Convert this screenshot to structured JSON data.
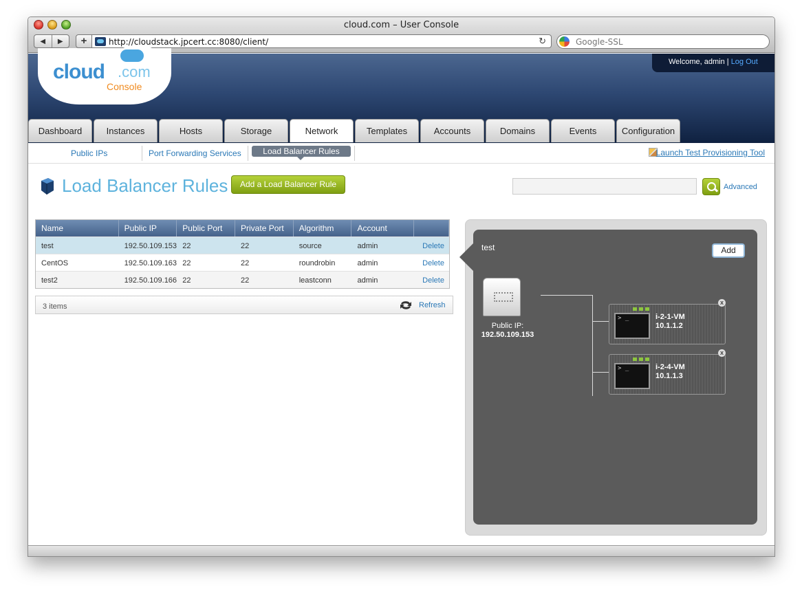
{
  "window": {
    "title": "cloud.com – User Console",
    "url": "http://cloudstack.jpcert.cc:8080/client/",
    "search_placeholder": "Google-SSL",
    "back_label": "◀",
    "forward_label": "▶",
    "plus_label": "+",
    "reload_label": "↻"
  },
  "logo": {
    "main": "cloud",
    "suffix": ".com",
    "sub": "Console"
  },
  "header": {
    "welcome": "Welcome, admin | ",
    "logout": "Log Out"
  },
  "tabs": [
    "Dashboard",
    "Instances",
    "Hosts",
    "Storage",
    "Network",
    "Templates",
    "Accounts",
    "Domains",
    "Events",
    "Configuration"
  ],
  "active_tab": "Network",
  "subnav": {
    "items": [
      "Public IPs",
      "Port Forwarding Services",
      "Load Balancer Rules"
    ],
    "launch": "Launch Test Provisioning Tool"
  },
  "page": {
    "title": "Load Balancer Rules",
    "add_button": "Add a Load Balancer Rule",
    "search_value": "",
    "advanced": "Advanced"
  },
  "table": {
    "columns": [
      "Name",
      "Public IP",
      "Public Port",
      "Private Port",
      "Algorithm",
      "Account",
      ""
    ],
    "rows": [
      {
        "name": "test",
        "public_ip": "192.50.109.153",
        "public_port": "22",
        "private_port": "22",
        "algorithm": "source",
        "account": "admin",
        "action": "Delete"
      },
      {
        "name": "CentOS",
        "public_ip": "192.50.109.163",
        "public_port": "22",
        "private_port": "22",
        "algorithm": "roundrobin",
        "account": "admin",
        "action": "Delete"
      },
      {
        "name": "test2",
        "public_ip": "192.50.109.166",
        "public_port": "22",
        "private_port": "22",
        "algorithm": "leastconn",
        "account": "admin",
        "action": "Delete"
      }
    ],
    "count": "3 items",
    "refresh": "Refresh"
  },
  "panel": {
    "rule_name": "test",
    "add_label": "Add",
    "public_ip_label": "Public IP:",
    "public_ip": "192.50.109.153",
    "vms": [
      {
        "name": "i-2-1-VM",
        "ip": "10.1.1.2"
      },
      {
        "name": "i-2-4-VM",
        "ip": "10.1.1.3"
      }
    ],
    "remove_label": "x"
  }
}
